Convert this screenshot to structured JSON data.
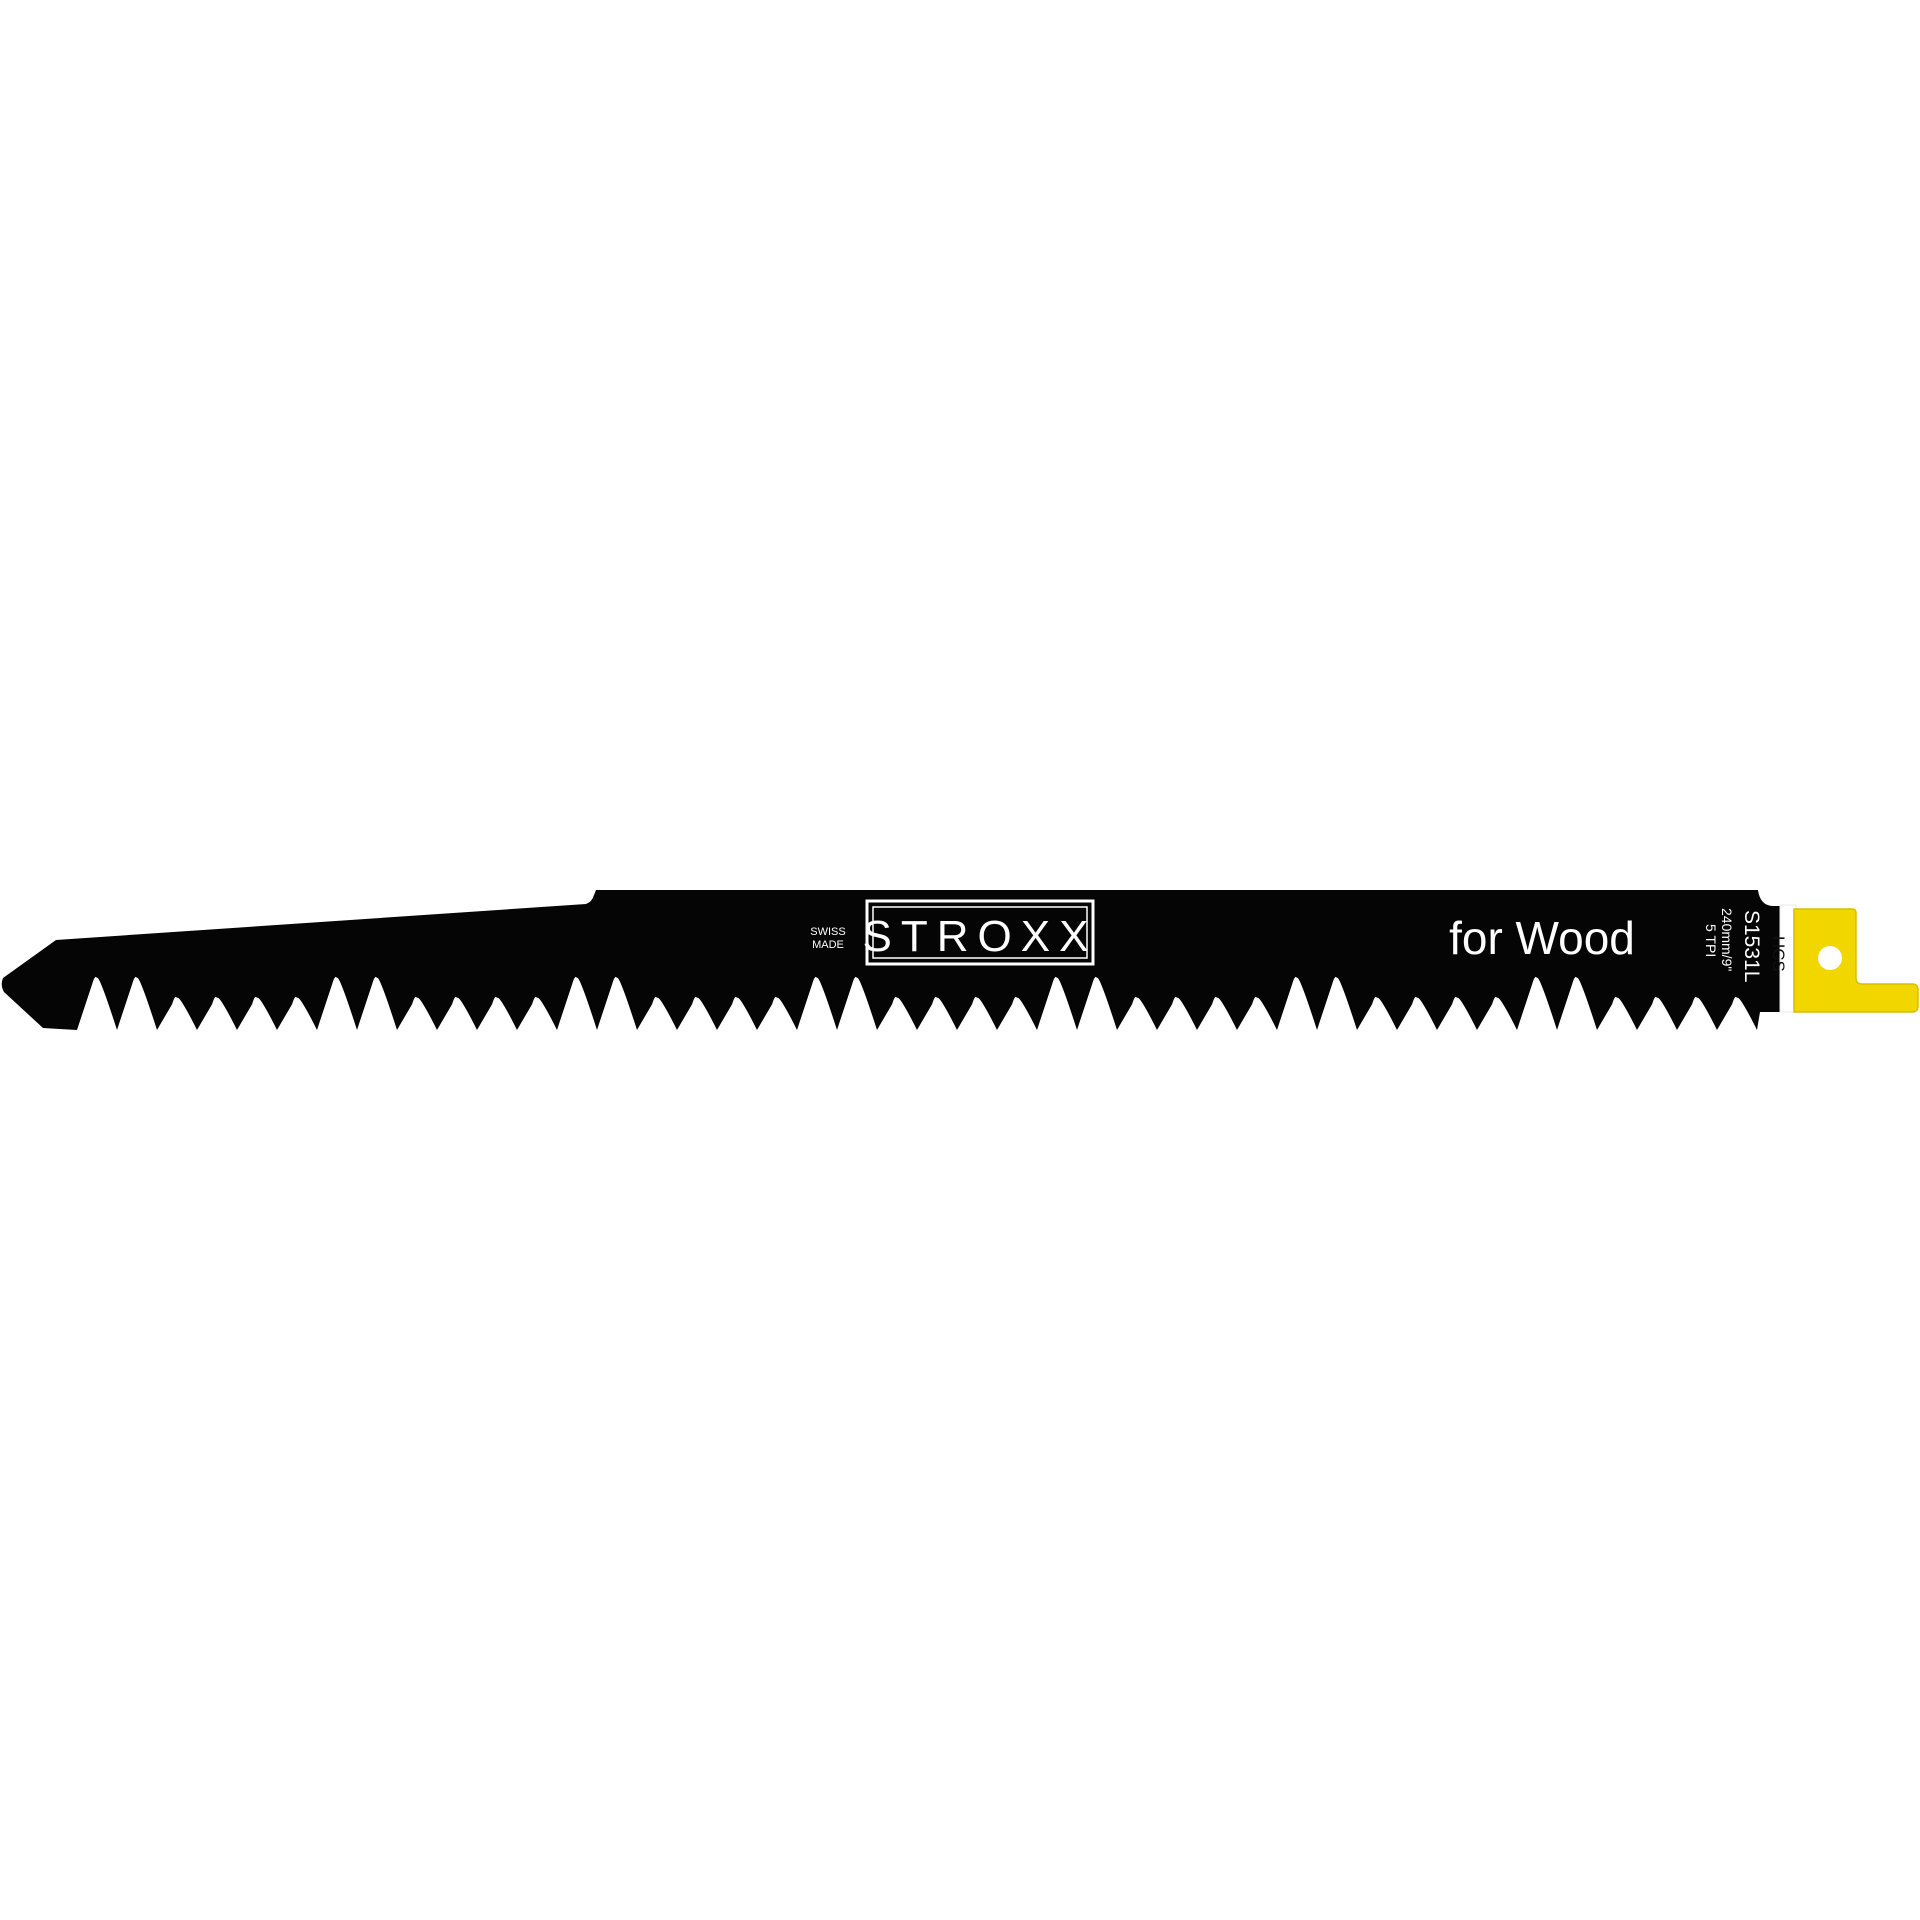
{
  "product": {
    "brand": "STROXX",
    "origin": "SWISS MADE",
    "origin_line1": "SWISS",
    "origin_line2": "MADE",
    "application": "for Wood",
    "model": "S1531L",
    "length": "240mm/9\"",
    "tpi": "5 TPI",
    "material": "HCS"
  },
  "colors": {
    "blade": "#050505",
    "tang": "#f2d600",
    "text": "#ffffff"
  }
}
